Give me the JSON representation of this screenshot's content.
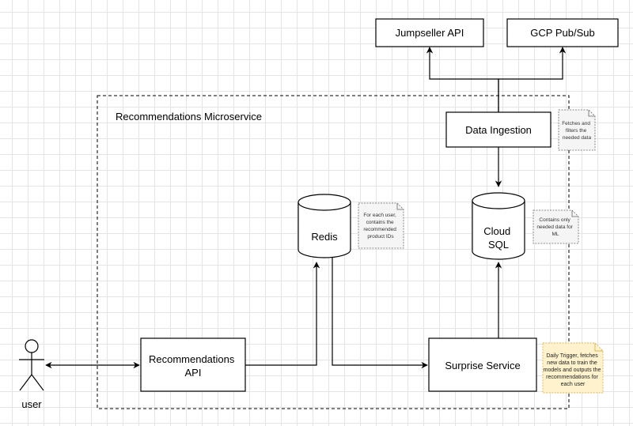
{
  "region": {
    "label": "Recommendations Microservice"
  },
  "nodes": {
    "jumpseller_api": "Jumpseller API",
    "gcp_pubsub": "GCP Pub/Sub",
    "data_ingestion": "Data Ingestion",
    "redis": "Redis",
    "cloud_sql": [
      "Cloud",
      "SQL"
    ],
    "recommendations_api": [
      "Recommendations",
      "API"
    ],
    "surprise_service": "Surprise Service",
    "user": "user"
  },
  "notes": {
    "data_ingestion": [
      "Fetches and",
      "filters the",
      "needed data"
    ],
    "redis": [
      "For each user,",
      "contains the",
      "recommended",
      "product IDs"
    ],
    "cloud_sql": [
      "Contains only",
      "needed data for",
      "ML"
    ],
    "surprise_service": [
      "Daily Trigger, fetches",
      "new data to train the",
      "models and outputs the",
      "recommendations for",
      "each user"
    ]
  },
  "colors": {
    "stroke": "#000000",
    "note_fill": "#f5f5f5",
    "note_stroke": "#666666",
    "highlight_note_fill": "#fff2cc",
    "highlight_note_stroke": "#d6b656"
  }
}
